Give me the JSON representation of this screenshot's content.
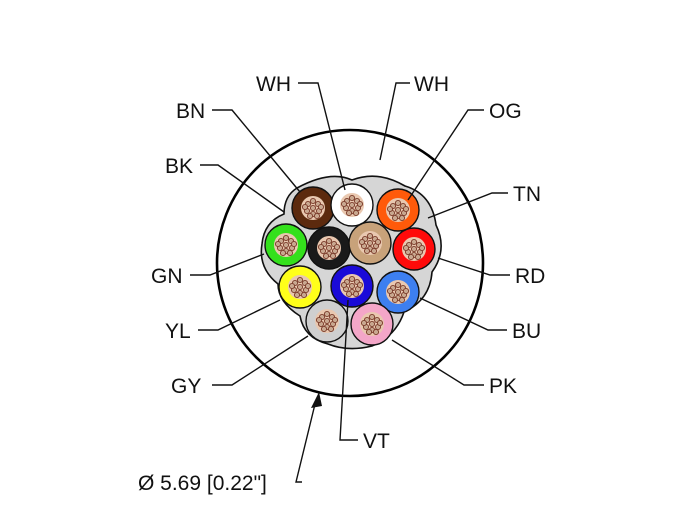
{
  "cable": {
    "conductors": [
      {
        "code": "BN",
        "color": "#5c2a0e"
      },
      {
        "code": "WH",
        "color": "#ffffff"
      },
      {
        "code": "OG",
        "color": "#ff5a0a"
      },
      {
        "code": "BK",
        "color": "#1a1a1a"
      },
      {
        "code": "TN",
        "color": "#c8a27a"
      },
      {
        "code": "GN",
        "color": "#34e01c"
      },
      {
        "code": "RD",
        "color": "#ff0a0a"
      },
      {
        "code": "YL",
        "color": "#ffff1a"
      },
      {
        "code": "VT",
        "color": "#1a0ad8"
      },
      {
        "code": "BU",
        "color": "#3d7ff0"
      },
      {
        "code": "GY",
        "color": "#cfcfcf"
      },
      {
        "code": "PK",
        "color": "#f4a6c8"
      }
    ],
    "labels": {
      "wh_left": "WH",
      "wh_right": "WH",
      "bn": "BN",
      "og": "OG",
      "bk": "BK",
      "tn": "TN",
      "gn": "GN",
      "rd": "RD",
      "yl": "YL",
      "bu": "BU",
      "gy": "GY",
      "pk": "PK",
      "vt": "VT"
    },
    "diameter": "Ø 5.69 [0.22\"]"
  }
}
